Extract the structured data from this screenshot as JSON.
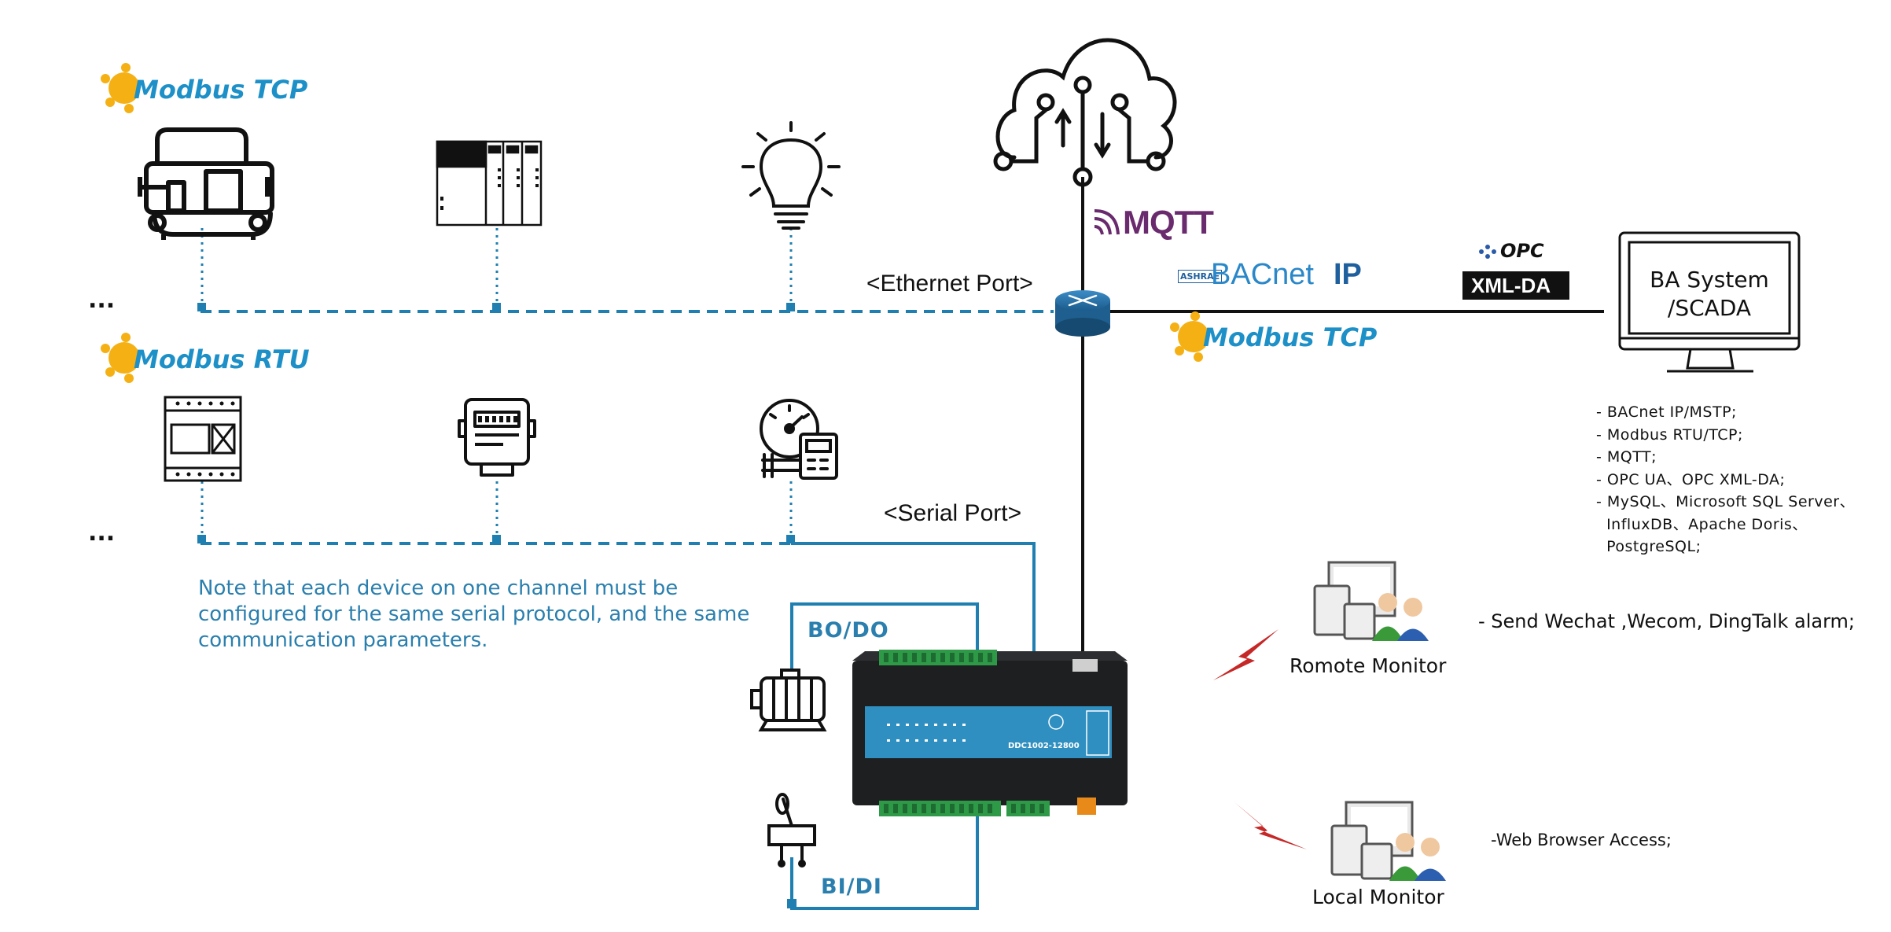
{
  "logos": {
    "modbus_tcp_top": {
      "word1": "Modbus",
      "word2": "TCP"
    },
    "modbus_rtu": {
      "word1": "Modbus",
      "word2": "RTU"
    },
    "modbus_tcp_right": {
      "word1": "Modbus",
      "word2": "TCP"
    },
    "mqtt": "MQTT",
    "bacnet": {
      "ashrae": "ASHRAE",
      "name": "BACnet",
      "suffix": "IP"
    },
    "opc": {
      "top": "OPC",
      "bottom": "XML-DA"
    }
  },
  "ellipsis": "...",
  "ports": {
    "ethernet": "<Ethernet Port>",
    "serial": "<Serial Port>"
  },
  "ba_system": {
    "line1": "BA System",
    "line2": "/SCADA"
  },
  "protocols": [
    "- BACnet IP/MSTP;",
    "- Modbus RTU/TCP;",
    "- MQTT;",
    "- OPC UA、OPC XML-DA;",
    "- MySQL、Microsoft SQL Server、",
    "  InfluxDB、Apache Doris、",
    "  PostgreSQL;"
  ],
  "note": "Note that each device on one channel must be configured for the same serial protocol, and the same communication parameters.",
  "io": {
    "output": "BO/DO",
    "input": "BI/DI"
  },
  "controller": {
    "model": "DDC1002-12800"
  },
  "remote": {
    "label": "Romote Monitor",
    "alarm": "-  Send Wechat ,Wecom, DingTalk alarm;"
  },
  "local": {
    "label": "Local Monitor",
    "access": "-Web Browser Access;"
  },
  "colors": {
    "blue": "#1e7fb0",
    "dark": "#111111",
    "lightning": "#c62828",
    "mqtt": "#6a2a6e",
    "controller_panel": "#2f8fc0"
  }
}
